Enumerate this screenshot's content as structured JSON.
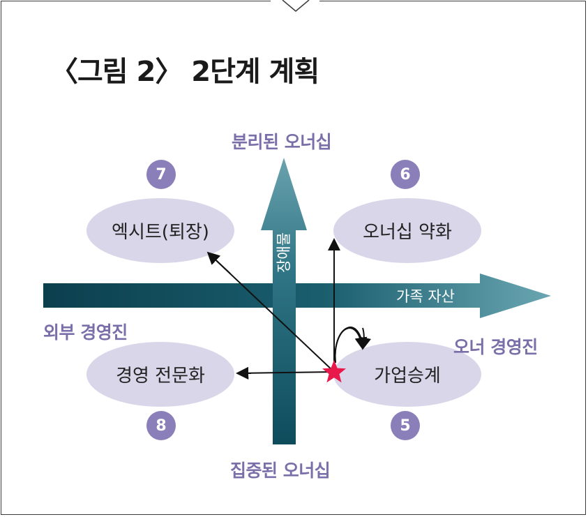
{
  "title": "〈그림 2〉 2단계 계획",
  "axes": {
    "top": "분리된 오너십",
    "bottom": "집중된 오너십",
    "left": "외부 경영진",
    "right": "오너 경영진",
    "horizontal_arrow": "가족 자산",
    "vertical_arrow": "장애물"
  },
  "quadrants": [
    {
      "number": "7",
      "label": "엑시트(퇴장)"
    },
    {
      "number": "6",
      "label": "오너십 약화"
    },
    {
      "number": "8",
      "label": "경영 전문화"
    },
    {
      "number": "5",
      "label": "가업승계"
    }
  ],
  "colors": {
    "ellipse": "#d9d6e9",
    "badge": "#8a7fb8",
    "axis_label": "#7a6fa8",
    "arrow_dark": "#0f4a5a",
    "arrow_light": "#5a9aa8",
    "star": "#e8184a"
  }
}
